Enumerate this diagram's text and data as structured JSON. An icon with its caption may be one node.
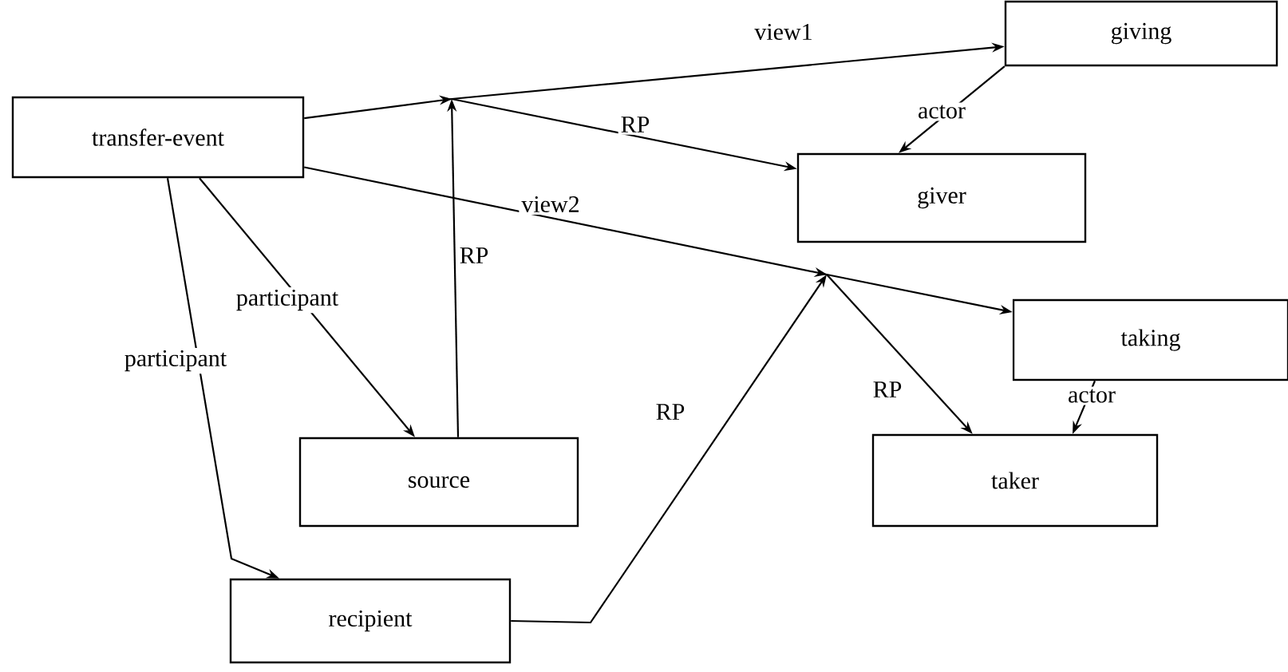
{
  "diagram": {
    "nodes": [
      {
        "text": [
          "transfer-event"
        ]
      },
      {
        "text": [
          "giving"
        ]
      },
      {
        "text": [
          "giver"
        ]
      },
      {
        "text": [
          "taking"
        ]
      },
      {
        "text": [
          "taker"
        ]
      },
      {
        "text": [
          "source"
        ]
      },
      {
        "text": [
          "recipient"
        ]
      }
    ],
    "edges": [
      {
        "from": 0,
        "to": 1,
        "arrow": "to",
        "label": "view1"
      },
      {
        "from": 5,
        "to": null,
        "arrow": "to",
        "label": "RP"
      },
      {
        "from": null,
        "to": 2,
        "arrow": "to",
        "label": "RP"
      },
      {
        "from": 0,
        "to": 3,
        "arrow": "to",
        "label": "view2"
      },
      {
        "from": 6,
        "to": null,
        "arrow": "to",
        "label": "RP"
      },
      {
        "from": null,
        "to": 4,
        "arrow": "to",
        "label": "RP"
      },
      {
        "from": 1,
        "to": 2,
        "arrow": "to",
        "label": "actor"
      },
      {
        "from": 3,
        "to": 4,
        "arrow": "to",
        "label": "actor"
      },
      {
        "from": 0,
        "to": 5,
        "arrow": "to",
        "label": "participant"
      },
      {
        "from": 0,
        "to": 6,
        "arrow": "to",
        "label": "participant"
      }
    ]
  }
}
